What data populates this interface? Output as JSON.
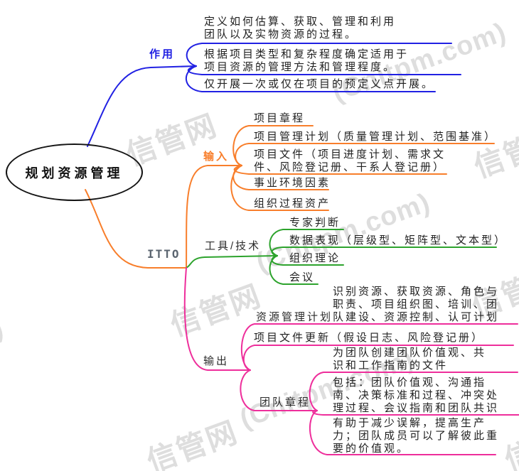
{
  "watermark": {
    "name": "信管网",
    "url": "(Cnitpm.com)"
  },
  "colors": {
    "function_branch": "#2121E3",
    "itto_branch": "#F87E2B",
    "tools_branch": "#2DA32D",
    "output_branch": "#EE2E9B",
    "node_text": "#222222",
    "watermark": "#DEDEDE"
  },
  "root": {
    "label": "规划资源管理"
  },
  "function_branch": {
    "label": "作用",
    "items": [
      "定义如何估算、获取、管理和利用\n团队以及实物资源的过程。",
      "根据项目类型和复杂程度确定适用于\n项目资源的管理方法和管理程度。",
      "仅开展一次或仅在项目的预定义点开展。"
    ]
  },
  "itto": {
    "label": "ITTO",
    "input": {
      "label": "输入",
      "items": [
        "项目章程",
        "项目管理计划（质量管理计划、范围基准）",
        "项目文件（项目进度计划、需求文\n件、风险登记册、干系人登记册）",
        "事业环境因素",
        "组织过程资产"
      ]
    },
    "tools": {
      "label": "工具/技术",
      "items": [
        "专家判断",
        "数据表现（层级型、矩阵型、文本型）",
        "组织理论",
        "会议"
      ]
    },
    "output": {
      "label": "输出",
      "resource_plan": {
        "label": "资源管理计划",
        "detail": "识别资源、获取资源、角色与\n职责、项目组织图、培训、团\n队建设、资源控制、认可计划"
      },
      "doc_update": "项目文件更新（假设日志、风险登记册）",
      "team_charter": {
        "label": "团队章程",
        "items": [
          "为团队创建团队价值观、共\n识和工作指南的文件",
          "包括：团队价值观、沟通指\n南、决策标准和过程、冲突处\n理过程、会议指南和团队共识",
          "有助于减少误解，提高生产\n力；团队成员可以了解彼此重\n要的价值观。"
        ]
      }
    }
  }
}
